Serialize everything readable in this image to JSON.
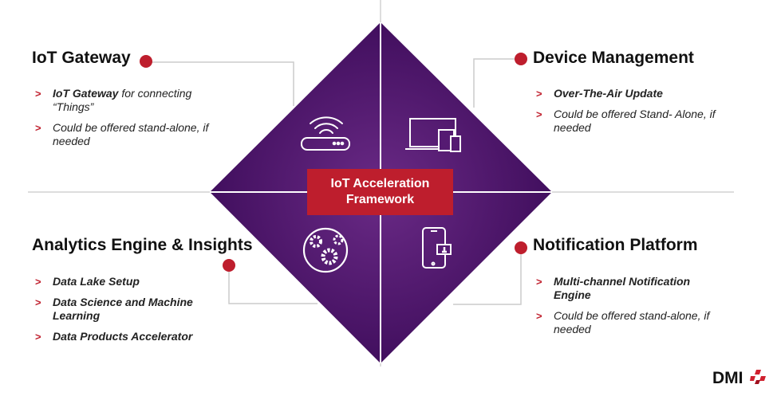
{
  "center": {
    "line1": "IoT Acceleration",
    "line2": "Framework"
  },
  "quadrants": {
    "gateway": {
      "title": "IoT Gateway",
      "items": [
        {
          "bold": "IoT Gateway",
          "text": " for connecting “Things”"
        },
        {
          "bold": "",
          "text": "Could be offered stand-alone, if needed"
        }
      ]
    },
    "device": {
      "title": "Device Management",
      "items": [
        {
          "bold": "Over-The-Air Update",
          "text": ""
        },
        {
          "bold": "",
          "text": "Could be offered Stand- Alone, if needed"
        }
      ]
    },
    "analytics": {
      "title": "Analytics Engine & Insights",
      "items": [
        {
          "bold": "Data Lake Setup",
          "text": ""
        },
        {
          "bold": "Data Science and Machine Learning",
          "text": ""
        },
        {
          "bold": "Data Products Accelerator",
          "text": ""
        }
      ]
    },
    "notification": {
      "title": "Notification Platform",
      "items": [
        {
          "bold": "Multi-channel Notification Engine",
          "text": ""
        },
        {
          "bold": "",
          "text": "Could be offered stand-alone, if needed"
        }
      ]
    }
  },
  "bullet_glyph": ">",
  "logo": {
    "text": "DMI"
  },
  "colors": {
    "accent": "#be1e2d",
    "purple_dark": "#3d0c5a",
    "purple_light": "#6a2a86"
  }
}
